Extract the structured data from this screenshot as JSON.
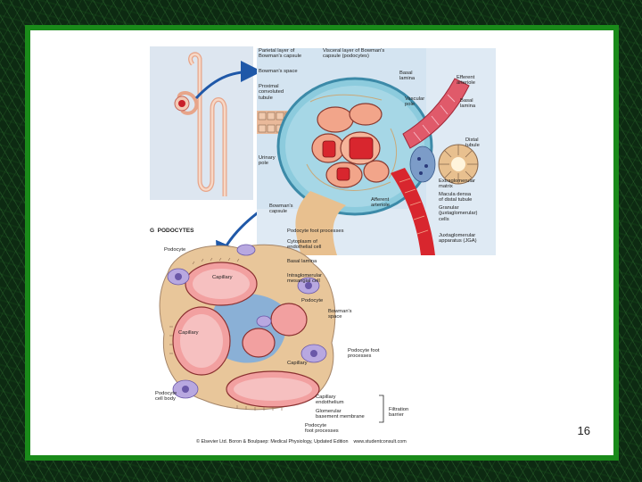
{
  "page_number": "16",
  "labels": {
    "parietal_layer": "Parietal layer of\nBowman's capsule",
    "visceral_layer": "Visceral layer of Bowman's\ncapsule (podocytes)",
    "bowmans_space": "Bowman's space",
    "basal_lamina_top": "Basal\nlamina",
    "efferent_arteriole": "Efferent\narteriole",
    "proximal_tubule": "Proximal\nconvoluted\ntubule",
    "vascular_pole": "Vascular\npole",
    "basal_lamina_right": "Basal\nlamina",
    "distal_tubule": "Distal\ntubule",
    "urinary_pole": "Urinary\npole",
    "extraglomerular_matrix": "Extraglomerular\nmatrix",
    "macula_densa": "Macula densa\nof distal tubule",
    "afferent_arteriole": "Afferent\narteriole",
    "granular_cells": "Granular\n(juxtaglomerular)\ncells",
    "bowmans_capsule": "Bowman's\ncapsule",
    "jga": "Juxtaglomerular\napparatus (JGA)",
    "section_title": "G  PODOCYTES",
    "podocyte_foot_top": "Podocyte foot processes",
    "cytoplasm_endothelial": "Cytoplasm of\nendothelial cell",
    "podocyte": "Podocyte",
    "basal_lamina_bottom": "Basal lamina",
    "capillary_1": "Capillary",
    "intraglomerular_mesangial": "Intraglomerular\nmesangial cell",
    "podocyte_2": "Podocyte",
    "bowmans_space_2": "Bowman's\nspace",
    "capillary_2": "Capillary",
    "podocyte_foot_right": "Podocyte foot\nprocesses",
    "capillary_3": "Capillary",
    "podocyte_cell_body": "Podocyte\ncell body",
    "capillary_endothelium": "Capillary\nendothelium",
    "glomerular_membrane": "Glomerular\nbasement membrane",
    "filtration_barrier": "Filtration\nbarrier",
    "podocyte_foot_bottom": "Podocyte\nfoot processes",
    "copyright": "© Elsevier Ltd. Boron & Boulpaep: Medical Physiology, Updated Edition    www.studentconsult.com"
  }
}
